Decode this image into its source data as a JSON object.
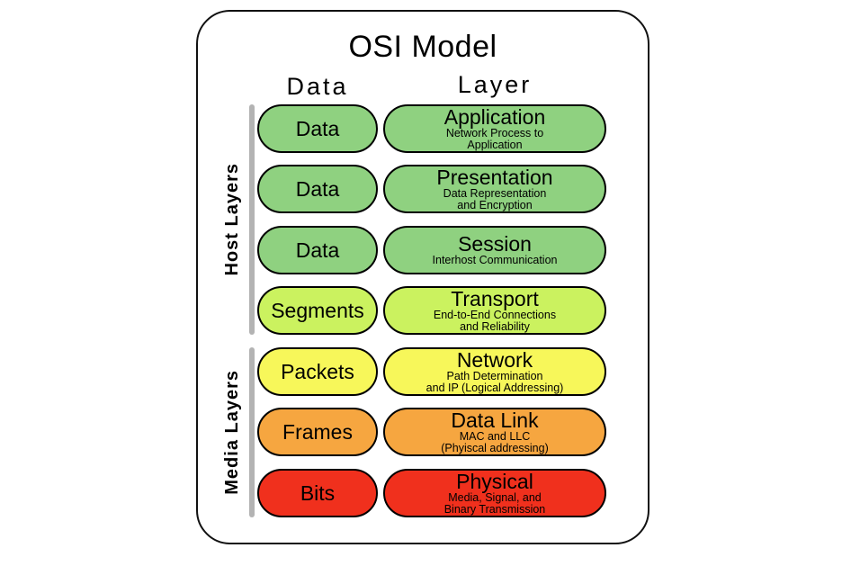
{
  "title": "OSI Model",
  "headers": {
    "data": "Data",
    "layer": "Layer"
  },
  "groups": [
    {
      "label": "Host Layers"
    },
    {
      "label": "Media Layers"
    }
  ],
  "rows": [
    {
      "data_label": "Data",
      "layer_title": "Application",
      "layer_subtitle": "Network Process to\nApplication",
      "color": "#8FD180"
    },
    {
      "data_label": "Data",
      "layer_title": "Presentation",
      "layer_subtitle": "Data Representation\nand Encryption",
      "color": "#8FD180"
    },
    {
      "data_label": "Data",
      "layer_title": "Session",
      "layer_subtitle": "Interhost Communication",
      "color": "#8FD180"
    },
    {
      "data_label": "Segments",
      "layer_title": "Transport",
      "layer_subtitle": "End-to-End Connections\nand Reliability",
      "color": "#CBF25F"
    },
    {
      "data_label": "Packets",
      "layer_title": "Network",
      "layer_subtitle": "Path Determination\nand IP (Logical Addressing)",
      "color": "#F7F75A"
    },
    {
      "data_label": "Frames",
      "layer_title": "Data Link",
      "layer_subtitle": "MAC and LLC\n(Phyiscal addressing)",
      "color": "#F6A640"
    },
    {
      "data_label": "Bits",
      "layer_title": "Physical",
      "layer_subtitle": "Media, Signal, and\nBinary Transmission",
      "color": "#F0301D"
    }
  ]
}
